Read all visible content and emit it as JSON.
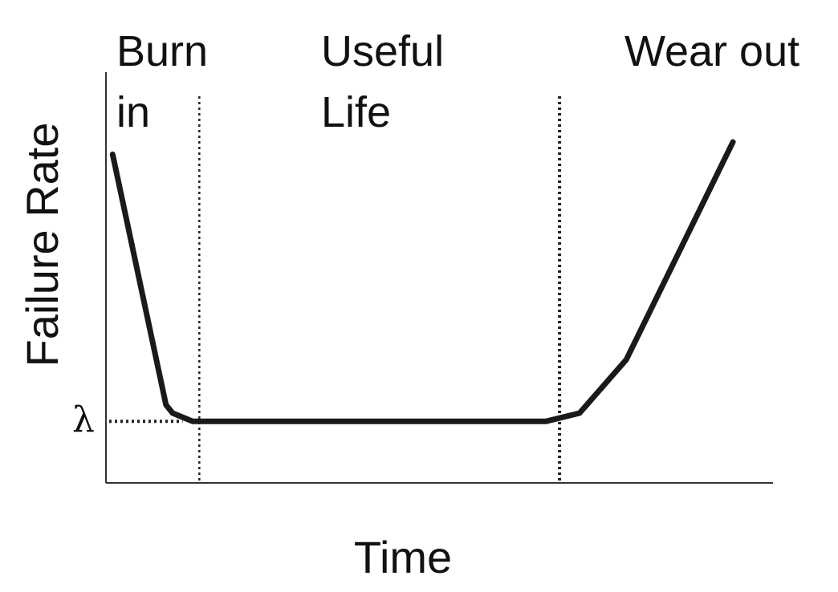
{
  "chart_data": {
    "type": "line",
    "title": "",
    "xlabel": "Time",
    "ylabel": "Failure Rate",
    "y_marker_label": "λ",
    "regions": [
      {
        "lines": [
          "Burn",
          "in"
        ]
      },
      {
        "lines": [
          "Useful",
          "Life"
        ]
      },
      {
        "lines": [
          "Wear out"
        ]
      }
    ],
    "grid": false,
    "series": [
      {
        "x": [
          0.01,
          0.09,
          0.1,
          0.13,
          0.66,
          0.71,
          0.78,
          0.94
        ],
        "y": [
          0.8,
          0.19,
          0.17,
          0.15,
          0.15,
          0.17,
          0.3,
          0.83
        ]
      }
    ],
    "boundaries_x": [
      0.14,
      0.68
    ],
    "lambda_y": 0.15,
    "xlim": [
      0,
      1
    ],
    "ylim": [
      0,
      1
    ]
  },
  "colors": {
    "line": "#1a1a1a",
    "axis": "#333333",
    "text": "#111111"
  }
}
